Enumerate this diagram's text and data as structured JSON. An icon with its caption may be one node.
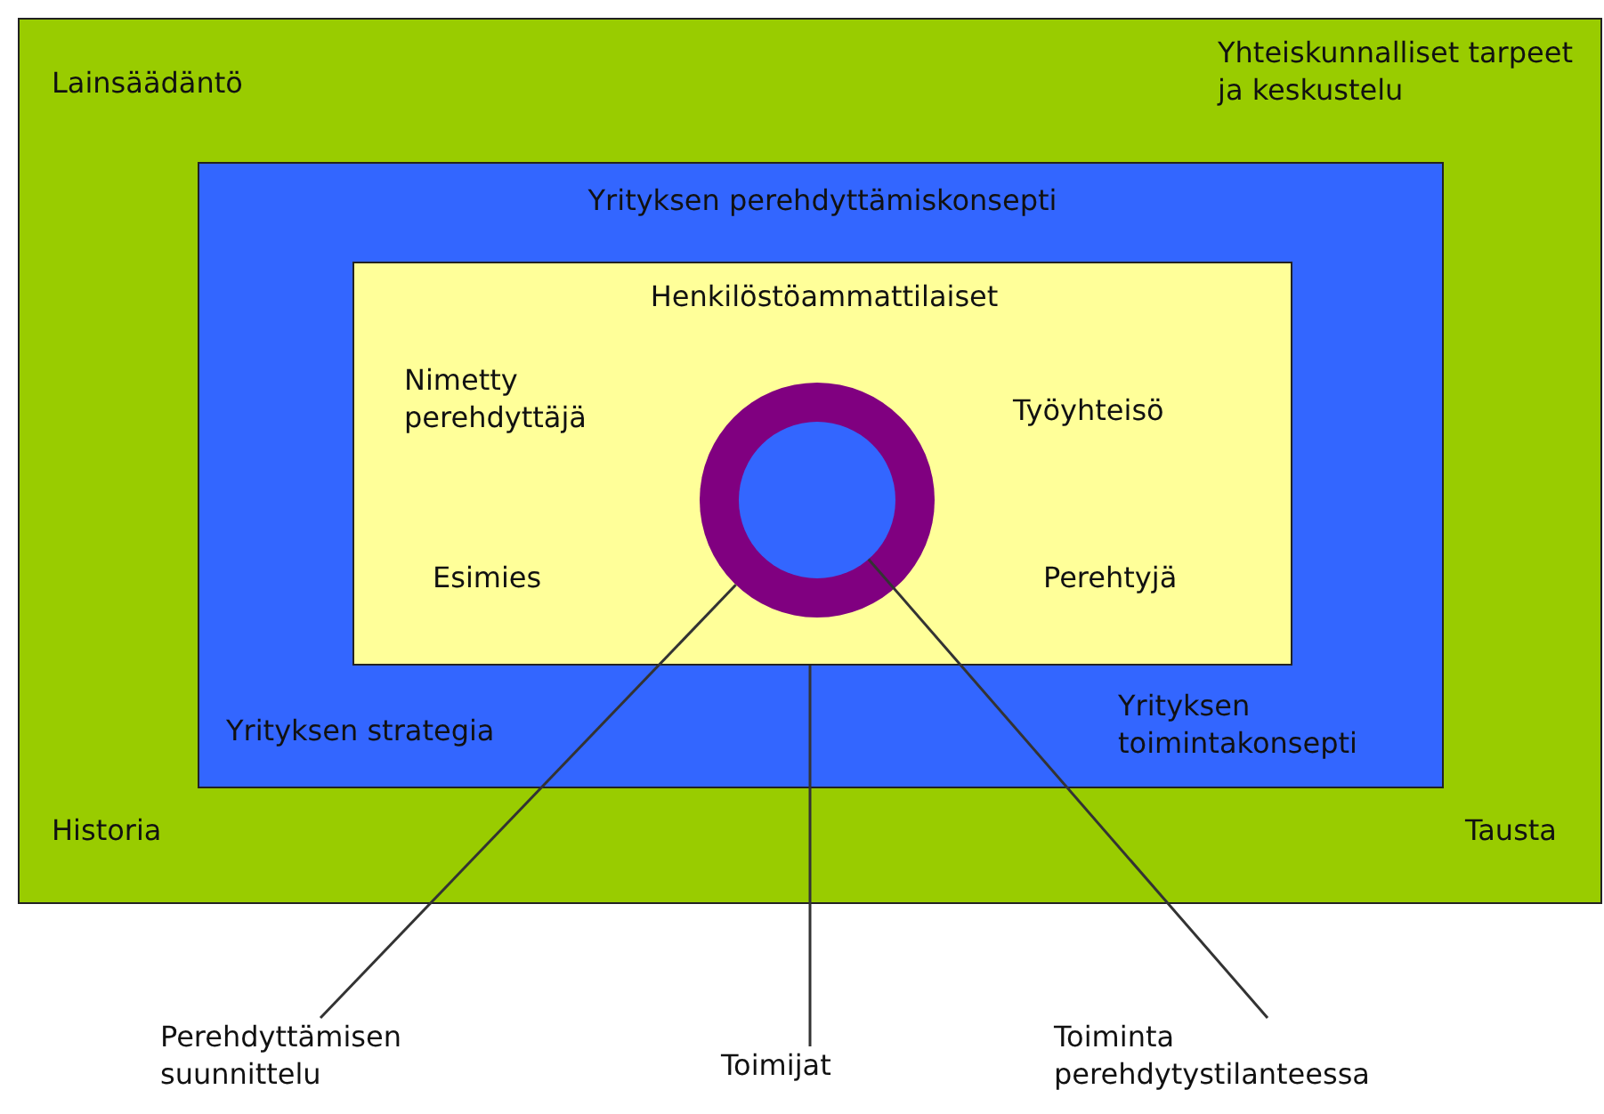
{
  "diagram": {
    "nodes": [
      {
        "text": [
          "Lainsäädäntö",
          "Yhteiskunnalliset tarpeet ja keskustelu",
          "Historia",
          "Tausta"
        ]
      },
      {
        "text": [
          "Yrityksen perehdyttämiskonsepti",
          "Yrityksen strategia",
          "Yrityksen toimintakonsepti"
        ],
        "in": 0
      },
      {
        "text": [
          "Henkilöstöammattilaiset",
          "Nimetty perehdyttäjä",
          "Työyhteisö",
          "Esimies",
          "Perehtyjä"
        ],
        "in": 1
      },
      {
        "text": [],
        "shape": "circle",
        "in": 2
      },
      {
        "text": [],
        "shape": "circle",
        "in": 3
      },
      {
        "text": [
          "Perehdyttämisen suunnittelu"
        ]
      },
      {
        "text": [
          "Toimijat"
        ]
      },
      {
        "text": [
          "Toiminta perehdytystilanteessa"
        ]
      }
    ],
    "edges": [
      {
        "from": 5,
        "to": 3,
        "arrow": "none"
      },
      {
        "from": 6,
        "to": 2,
        "arrow": "none"
      },
      {
        "from": 7,
        "to": 4,
        "arrow": "none"
      }
    ]
  }
}
